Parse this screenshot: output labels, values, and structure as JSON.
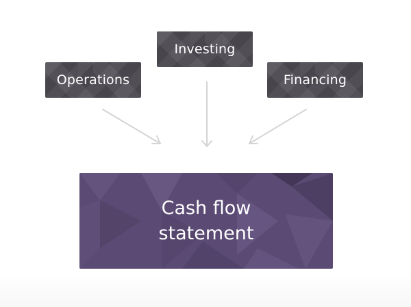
{
  "diagram": {
    "sources": [
      {
        "id": "operations",
        "label": "Operations"
      },
      {
        "id": "investing",
        "label": "Investing"
      },
      {
        "id": "financing",
        "label": "Financing"
      }
    ],
    "target": {
      "label": "Cash flow\nstatement"
    },
    "colors": {
      "source_box": "#4d4951",
      "target_box": "#5b4a74",
      "arrow": "#d4d4d4",
      "text": "#ffffff"
    }
  }
}
